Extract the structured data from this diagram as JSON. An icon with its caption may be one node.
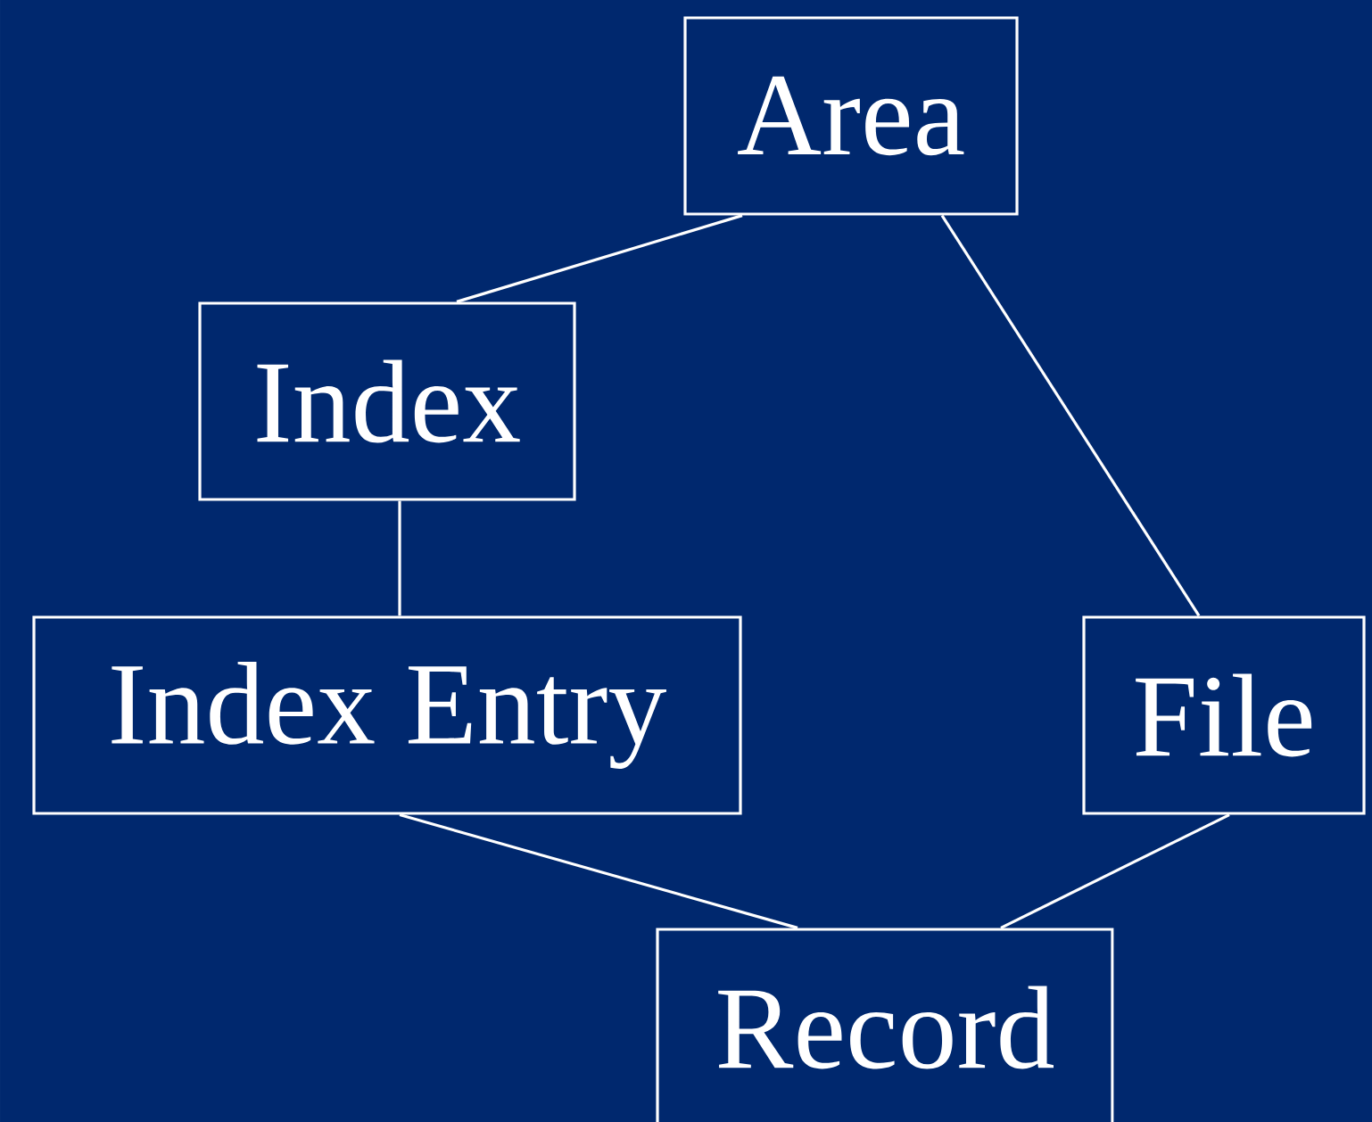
{
  "diagram": {
    "nodes": [
      {
        "text": [
          "Area"
        ]
      },
      {
        "text": [
          "Index"
        ]
      },
      {
        "text": [
          "Index Entry"
        ]
      },
      {
        "text": [
          "File"
        ]
      },
      {
        "text": [
          "Record"
        ]
      }
    ],
    "edges": [
      {
        "from": 0,
        "to": 1,
        "arrow": "none"
      },
      {
        "from": 0,
        "to": 3,
        "arrow": "none"
      },
      {
        "from": 1,
        "to": 2,
        "arrow": "none"
      },
      {
        "from": 2,
        "to": 4,
        "arrow": "none"
      },
      {
        "from": 3,
        "to": 4,
        "arrow": "none"
      }
    ]
  }
}
